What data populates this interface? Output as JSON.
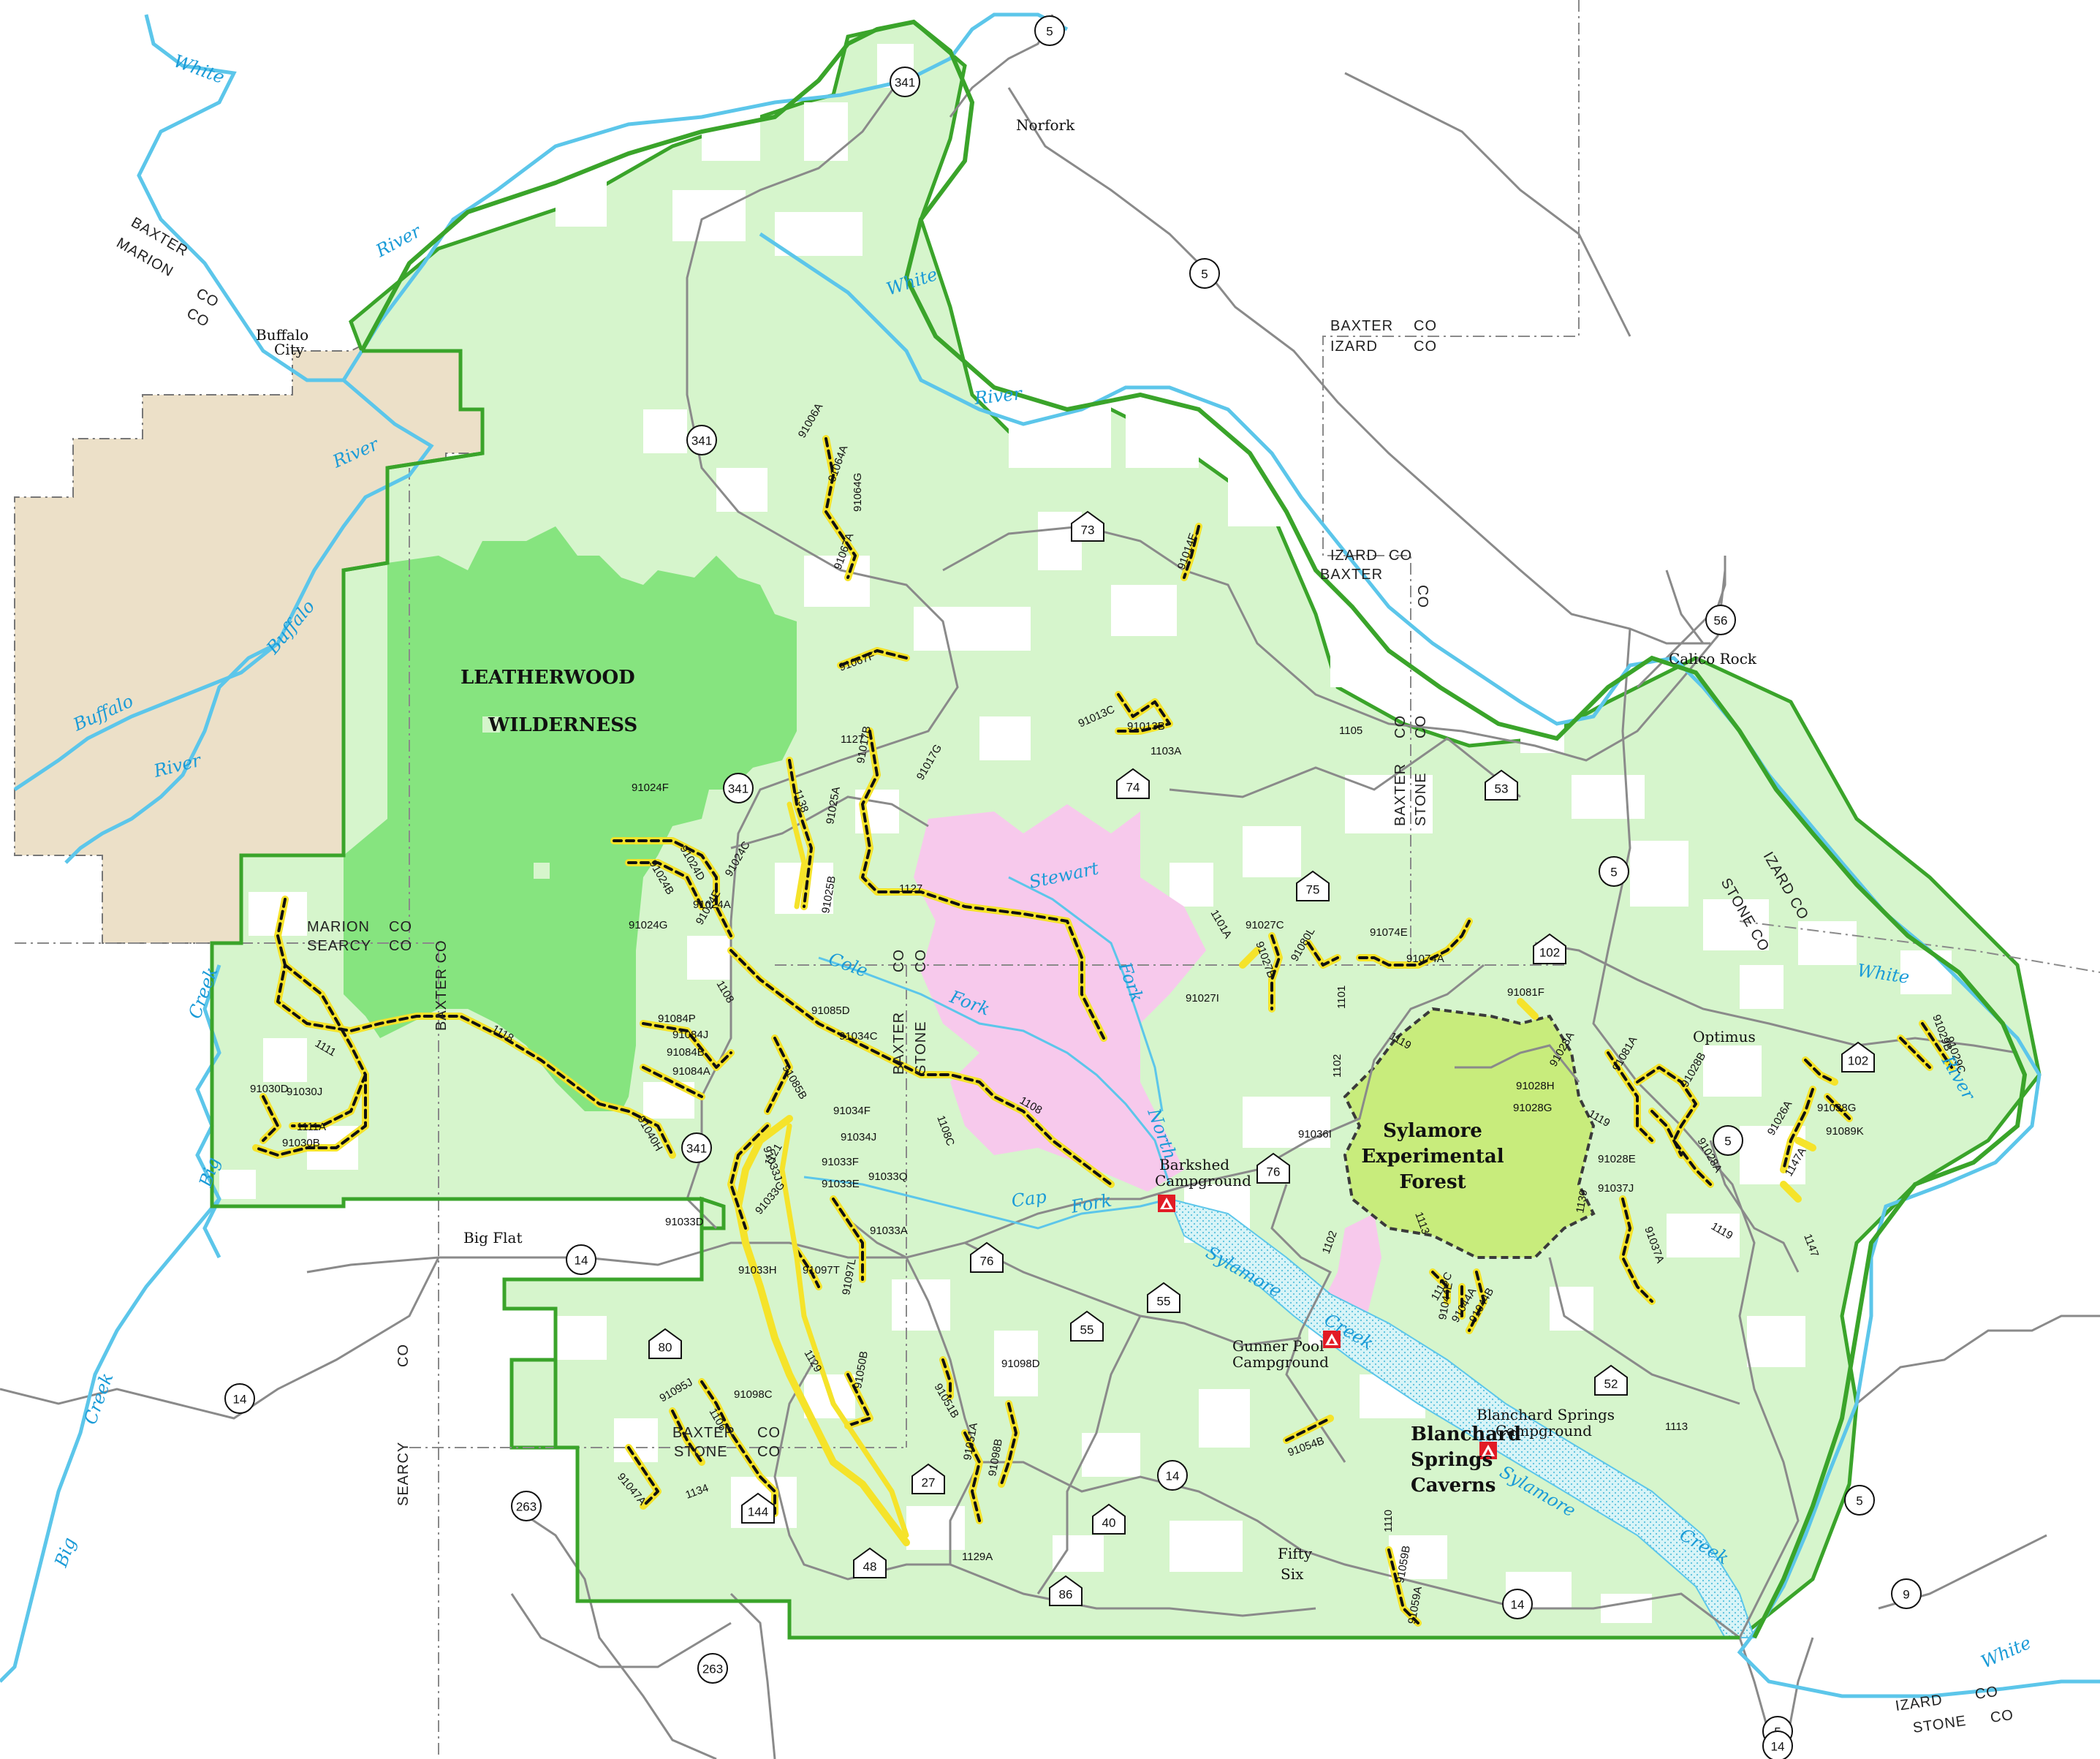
{
  "colors": {
    "forest": "#d6f5cc",
    "wilderness": "#86e47f",
    "experimental": "#c8ec7c",
    "private_land": "#ece0c8",
    "boundary": "#3aa42a",
    "river": "#5cc6ea",
    "stream_pink": "#f7c9ec",
    "road": "#8a8a8a",
    "trail_fill": "#f5e32a",
    "trail_dash": "#111111"
  },
  "areas": {
    "wilderness": "LEATHERWOOD\nWILDERNESS",
    "wilderness_line1": "LEATHERWOOD",
    "wilderness_line2": "WILDERNESS",
    "experimental_line1": "Sylamore",
    "experimental_line2": "Experimental",
    "experimental_line3": "Forest",
    "caverns_line1": "Blanchard",
    "caverns_line2": "Springs",
    "caverns_line3": "Caverns"
  },
  "towns": [
    {
      "name": "Norfork"
    },
    {
      "name": "Buffalo"
    },
    {
      "name": "City"
    },
    {
      "name": "Calico Rock"
    },
    {
      "name": "Optimus"
    },
    {
      "name": "Big Flat"
    },
    {
      "name": "Fifty"
    },
    {
      "name": "Six"
    }
  ],
  "campgrounds": [
    {
      "line1": "Barkshed",
      "line2": "Campground"
    },
    {
      "line1": "Gunner Pool",
      "line2": "Campground"
    },
    {
      "line1": "Blanchard Springs",
      "line2": "Campground"
    }
  ],
  "water_labels": [
    {
      "text": "White"
    },
    {
      "text": "River"
    },
    {
      "text": "White"
    },
    {
      "text": "River"
    },
    {
      "text": "Buffalo"
    },
    {
      "text": "River"
    },
    {
      "text": "Buffalo"
    },
    {
      "text": "River"
    },
    {
      "text": "White"
    },
    {
      "text": "River"
    },
    {
      "text": "White"
    },
    {
      "text": "Big"
    },
    {
      "text": "Creek"
    },
    {
      "text": "Big"
    },
    {
      "text": "Creek"
    },
    {
      "text": "Stewart"
    },
    {
      "text": "Cole"
    },
    {
      "text": "Fork"
    },
    {
      "text": "North"
    },
    {
      "text": "Fork"
    },
    {
      "text": "Cap"
    },
    {
      "text": "Fork"
    },
    {
      "text": "Sylamore"
    },
    {
      "text": "Creek"
    },
    {
      "text": "Sylamore"
    },
    {
      "text": "Creek"
    }
  ],
  "county_labels": [
    {
      "text": "BAXTER"
    },
    {
      "text": "MARION"
    },
    {
      "text": "CO"
    },
    {
      "text": "CO"
    },
    {
      "text": "BAXTER"
    },
    {
      "text": "IZARD"
    },
    {
      "text": "CO"
    },
    {
      "text": "CO"
    },
    {
      "text": "IZARD"
    },
    {
      "text": "BAXTER"
    },
    {
      "text": "CO"
    },
    {
      "text": "CO"
    },
    {
      "text": "MARION"
    },
    {
      "text": "SEARCY"
    },
    {
      "text": "CO"
    },
    {
      "text": "CO"
    },
    {
      "text": "BAXTER CO"
    },
    {
      "text": "BAXTER"
    },
    {
      "text": "STONE"
    },
    {
      "text": "CO"
    },
    {
      "text": "CO"
    },
    {
      "text": "BAXTER"
    },
    {
      "text": "STONE"
    },
    {
      "text": "CO"
    },
    {
      "text": "CO"
    },
    {
      "text": "BAXTER"
    },
    {
      "text": "STONE"
    },
    {
      "text": "CO"
    },
    {
      "text": "CO"
    },
    {
      "text": "STONE CO"
    },
    {
      "text": "IZARD CO"
    },
    {
      "text": "SEARCY"
    },
    {
      "text": "CO"
    },
    {
      "text": "IZARD"
    },
    {
      "text": "STONE"
    },
    {
      "text": "CO"
    },
    {
      "text": "CO"
    }
  ],
  "highway_shields": [
    {
      "num": "5",
      "type": "state"
    },
    {
      "num": "341",
      "type": "state"
    },
    {
      "num": "5",
      "type": "state"
    },
    {
      "num": "341",
      "type": "state"
    },
    {
      "num": "73",
      "type": "forest"
    },
    {
      "num": "56",
      "type": "state"
    },
    {
      "num": "74",
      "type": "forest"
    },
    {
      "num": "53",
      "type": "forest"
    },
    {
      "num": "341",
      "type": "state"
    },
    {
      "num": "75",
      "type": "forest"
    },
    {
      "num": "5",
      "type": "state"
    },
    {
      "num": "102",
      "type": "forest"
    },
    {
      "num": "102",
      "type": "forest"
    },
    {
      "num": "341",
      "type": "state"
    },
    {
      "num": "76",
      "type": "forest"
    },
    {
      "num": "5",
      "type": "state"
    },
    {
      "num": "14",
      "type": "state"
    },
    {
      "num": "76",
      "type": "forest"
    },
    {
      "num": "55",
      "type": "forest"
    },
    {
      "num": "55",
      "type": "forest"
    },
    {
      "num": "80",
      "type": "forest"
    },
    {
      "num": "14",
      "type": "state"
    },
    {
      "num": "52",
      "type": "forest"
    },
    {
      "num": "27",
      "type": "forest"
    },
    {
      "num": "14",
      "type": "state"
    },
    {
      "num": "144",
      "type": "forest"
    },
    {
      "num": "40",
      "type": "forest"
    },
    {
      "num": "5",
      "type": "state"
    },
    {
      "num": "263",
      "type": "state"
    },
    {
      "num": "48",
      "type": "forest"
    },
    {
      "num": "86",
      "type": "forest"
    },
    {
      "num": "14",
      "type": "state"
    },
    {
      "num": "9",
      "type": "state"
    },
    {
      "num": "263",
      "type": "state"
    },
    {
      "num": "5",
      "type": "state"
    },
    {
      "num": "14",
      "type": "state"
    }
  ],
  "road_labels": [
    {
      "text": "91006A"
    },
    {
      "text": "91064A"
    },
    {
      "text": "91064G"
    },
    {
      "text": "91067A"
    },
    {
      "text": "91014E"
    },
    {
      "text": "91067F"
    },
    {
      "text": "91013C"
    },
    {
      "text": "91013B"
    },
    {
      "text": "1103A"
    },
    {
      "text": "1105"
    },
    {
      "text": "1127"
    },
    {
      "text": "91017B"
    },
    {
      "text": "91017G"
    },
    {
      "text": "1138"
    },
    {
      "text": "91025A"
    },
    {
      "text": "91024F"
    },
    {
      "text": "91024D"
    },
    {
      "text": "91024B"
    },
    {
      "text": "91024C"
    },
    {
      "text": "91024A"
    },
    {
      "text": "91024G"
    },
    {
      "text": "91024E"
    },
    {
      "text": "1127"
    },
    {
      "text": "91025B"
    },
    {
      "text": "1101A"
    },
    {
      "text": "91027C"
    },
    {
      "text": "91027B"
    },
    {
      "text": "91027I"
    },
    {
      "text": "91080L"
    },
    {
      "text": "91074E"
    },
    {
      "text": "91074A"
    },
    {
      "text": "1108"
    },
    {
      "text": "91085D"
    },
    {
      "text": "91084P"
    },
    {
      "text": "91084J"
    },
    {
      "text": "91084B"
    },
    {
      "text": "91084A"
    },
    {
      "text": "91034C"
    },
    {
      "text": "91085B"
    },
    {
      "text": "1111"
    },
    {
      "text": "1118"
    },
    {
      "text": "91030D"
    },
    {
      "text": "91030J"
    },
    {
      "text": "1111A"
    },
    {
      "text": "91030B"
    },
    {
      "text": "91040H"
    },
    {
      "text": "91034F"
    },
    {
      "text": "91034J"
    },
    {
      "text": "1108"
    },
    {
      "text": "1108C"
    },
    {
      "text": "1101"
    },
    {
      "text": "1119"
    },
    {
      "text": "91081F"
    },
    {
      "text": "1102"
    },
    {
      "text": "91036I"
    },
    {
      "text": "91028H"
    },
    {
      "text": "91028G"
    },
    {
      "text": "91028A"
    },
    {
      "text": "91081A"
    },
    {
      "text": "91028B"
    },
    {
      "text": "1119"
    },
    {
      "text": "91028E"
    },
    {
      "text": "91028A"
    },
    {
      "text": "91037J"
    },
    {
      "text": "91037A"
    },
    {
      "text": "1119"
    },
    {
      "text": "91026A"
    },
    {
      "text": "91038G"
    },
    {
      "text": "91089K"
    },
    {
      "text": "91029B"
    },
    {
      "text": "91029C"
    },
    {
      "text": "1147A"
    },
    {
      "text": "1147"
    },
    {
      "text": "1113"
    },
    {
      "text": "1139"
    },
    {
      "text": "91033J"
    },
    {
      "text": "1121"
    },
    {
      "text": "91033F"
    },
    {
      "text": "91033E"
    },
    {
      "text": "91033Q"
    },
    {
      "text": "91033D"
    },
    {
      "text": "91033G"
    },
    {
      "text": "91033A"
    },
    {
      "text": "91033H"
    },
    {
      "text": "91097T"
    },
    {
      "text": "91097L"
    },
    {
      "text": "1102"
    },
    {
      "text": "1113C"
    },
    {
      "text": "91044E"
    },
    {
      "text": "91044A"
    },
    {
      "text": "91044B"
    },
    {
      "text": "1129"
    },
    {
      "text": "91050B"
    },
    {
      "text": "91051B"
    },
    {
      "text": "91098D"
    },
    {
      "text": "91095J"
    },
    {
      "text": "91098C"
    },
    {
      "text": "1106"
    },
    {
      "text": "91051A"
    },
    {
      "text": "91098B"
    },
    {
      "text": "91054B"
    },
    {
      "text": "1113"
    },
    {
      "text": "91047A"
    },
    {
      "text": "1134"
    },
    {
      "text": "1110"
    },
    {
      "text": "1129A"
    },
    {
      "text": "91059B"
    },
    {
      "text": "91059A"
    }
  ]
}
